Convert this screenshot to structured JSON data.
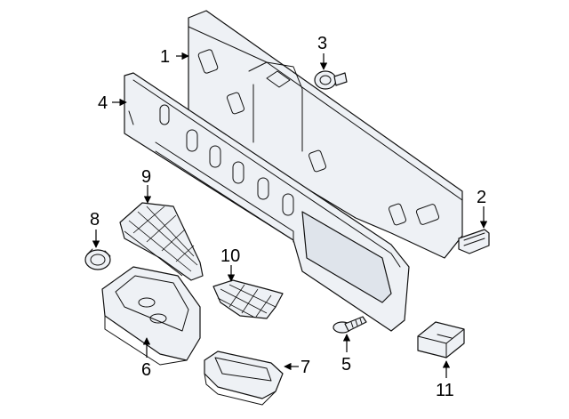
{
  "diagram": {
    "callouts": [
      {
        "id": "c1",
        "label": "1"
      },
      {
        "id": "c2",
        "label": "2"
      },
      {
        "id": "c3",
        "label": "3"
      },
      {
        "id": "c4",
        "label": "4"
      },
      {
        "id": "c5",
        "label": "5"
      },
      {
        "id": "c6",
        "label": "6"
      },
      {
        "id": "c7",
        "label": "7"
      },
      {
        "id": "c8",
        "label": "8"
      },
      {
        "id": "c9",
        "label": "9"
      },
      {
        "id": "c10",
        "label": "10"
      },
      {
        "id": "c11",
        "label": "11"
      }
    ],
    "colors": {
      "line": "#111111",
      "fill": "#eef1f5",
      "background": "#ffffff"
    }
  }
}
